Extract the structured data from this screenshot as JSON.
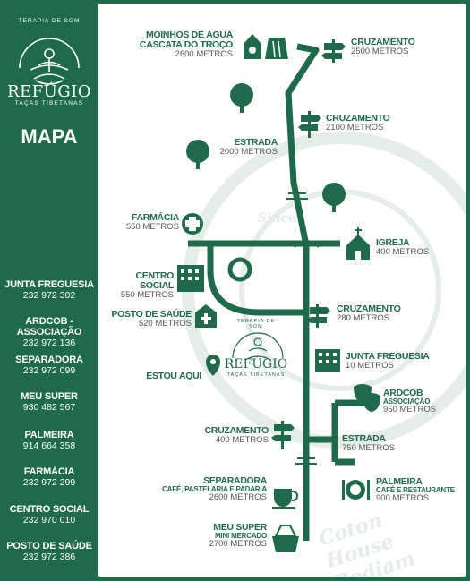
{
  "brand": {
    "arc": "TERAPIA DE SOM",
    "name": "REFÚGIO",
    "sub": "TAÇAS TIBETANAS"
  },
  "sidebar_title": "MAPA",
  "contacts": [
    {
      "name": "JUNTA FREGUESIA",
      "phone": "232 972 302"
    },
    {
      "name": "ARDCOB - ASSOCIAÇÃO",
      "phone": "232 972 136"
    },
    {
      "name": "SEPARADORA",
      "phone": "232 972 099"
    },
    {
      "name": "MEU SUPER",
      "phone": "930 482 567"
    },
    {
      "name": "PALMEIRA",
      "phone": "914 664 358"
    },
    {
      "name": "FARMÁCIA",
      "phone": "232 972 299"
    },
    {
      "name": "CENTRO SOCIAL",
      "phone": "232 970 010"
    },
    {
      "name": "POSTO DE SAÚDE",
      "phone": "232 972 386"
    }
  ],
  "places": {
    "moinhos": {
      "t1": "MOINHOS DE ÁGUA",
      "t2": "CASCATA DO TROÇO",
      "d": "2600 METROS"
    },
    "cruz1": {
      "t": "CRUZAMENTO",
      "d": "2500 METROS"
    },
    "cruz2": {
      "t": "CRUZAMENTO",
      "d": "2100 METROS"
    },
    "estrada1": {
      "t": "ESTRADA",
      "d": "2000 METROS"
    },
    "farmacia": {
      "t": "FARMÁCIA",
      "d": "550 METROS"
    },
    "igreja": {
      "t": "IGREJA",
      "d": "400 METROS"
    },
    "centro": {
      "t": "CENTRO SOCIAL",
      "d": "550 METROS"
    },
    "cruz3": {
      "t": "CRUZAMENTO",
      "d": "280 METROS"
    },
    "posto": {
      "t": "POSTO DE SAÚDE",
      "d": "520 METROS"
    },
    "junta": {
      "t": "JUNTA FREGUESIA",
      "d": "10 METROS"
    },
    "estou": {
      "t": "ESTOU AQUI"
    },
    "ardcob": {
      "t": "ARDCOB",
      "s": "ASSOCIAÇÃO",
      "d": "950 METROS"
    },
    "cruz4": {
      "t": "CRUZAMENTO",
      "d": "400 METROS"
    },
    "estrada2": {
      "t": "ESTRADA",
      "d": "750 METROS"
    },
    "separadora": {
      "t": "SEPARADORA",
      "s": "CAFÉ, PASTELARIA E PADARIA",
      "d": "2600 METROS"
    },
    "palmeira": {
      "t": "PALMEIRA",
      "s": "CAFÉ E RESTAURANTE",
      "d": "900 METROS"
    },
    "meusuper": {
      "t": "MEU SUPER",
      "s": "MINI MERCADO",
      "d": "2700 METROS"
    }
  },
  "watermark": {
    "since": "Since",
    "house": "Coton House Bodiam"
  },
  "colors": {
    "green": "#1e6a4a",
    "bg": "#ffffff"
  },
  "icons": [
    "mill-icon",
    "waterfall-icon",
    "signpost-icon",
    "tree-icon",
    "pharmacy-cross-icon",
    "church-icon",
    "building-icon",
    "hospital-icon",
    "location-pin-icon",
    "masks-icon",
    "coffee-cup-icon",
    "plate-cutlery-icon",
    "shopping-basket-icon",
    "meditation-logo-icon"
  ]
}
